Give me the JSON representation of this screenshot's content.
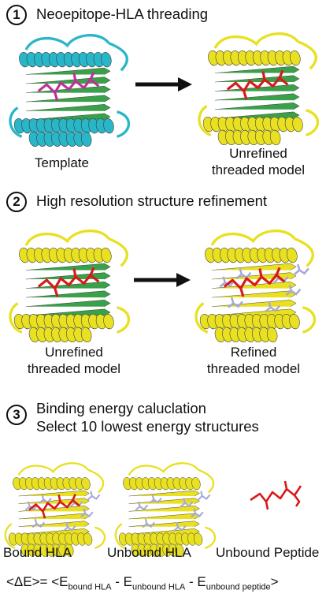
{
  "steps": [
    {
      "number": "1",
      "title": "Neoepitope-HLA threading"
    },
    {
      "number": "2",
      "title": "High resolution structure refinement"
    },
    {
      "number": "3",
      "title_line1": "Binding energy caluclation",
      "title_line2": "Select 10 lowest energy structures"
    }
  ],
  "labels": {
    "template": "Template",
    "unrefined_1_line1": "Unrefined",
    "unrefined_1_line2": "threaded model",
    "unrefined_2_line1": "Unrefined",
    "unrefined_2_line2": "threaded model",
    "refined_line1": "Refined",
    "refined_line2": "threaded model",
    "bound_hla": "Bound HLA",
    "unbound_hla": "Unbound HLA",
    "unbound_peptide": "Unbound Peptide"
  },
  "formula": {
    "prefix": "<ΔE>= <E",
    "sub1": "bound HLA",
    "mid1": " - E",
    "sub2": "unbound HLA",
    "mid2": " - E",
    "sub3": "unbound peptide",
    "suffix": ">"
  },
  "colors": {
    "template_helix": "#29b6c8",
    "template_strand": "#3aa04a",
    "helix_yellow": "#e8e020",
    "strand_green": "#3aa04a",
    "peptide_magenta": "#c0309a",
    "peptide_red": "#d81a1a",
    "sidechain_lavender": "#a7a8d8",
    "arrow": "#111111"
  }
}
